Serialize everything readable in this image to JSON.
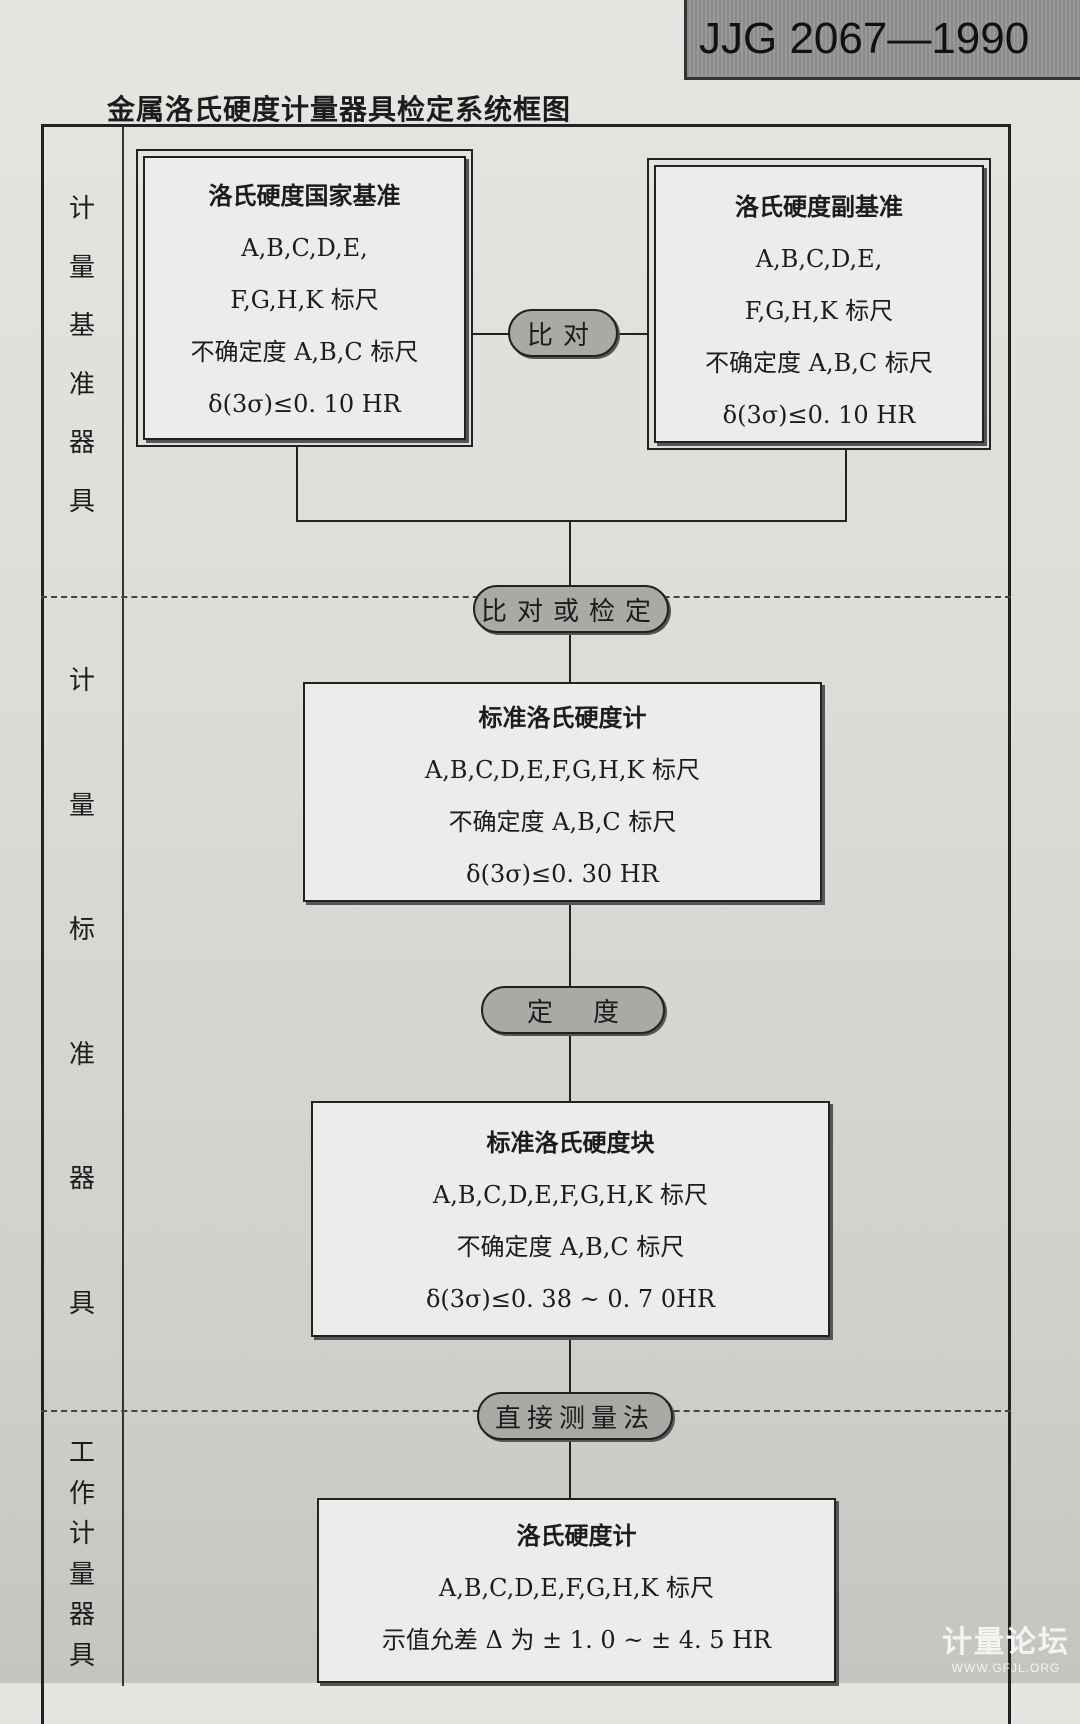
{
  "header": {
    "standard_no": "JJG 2067—1990",
    "title": "金属洛氏硬度计量器具检定系统框图"
  },
  "sections": [
    {
      "label": [
        "计",
        "量",
        "基",
        "准",
        "器",
        "具"
      ]
    },
    {
      "label": [
        "计",
        "量",
        "标",
        "准",
        "器",
        "具"
      ]
    },
    {
      "label": [
        "工",
        "作",
        "计",
        "量",
        "器",
        "具"
      ]
    }
  ],
  "boxes": {
    "national": {
      "title": "洛氏硬度国家基准",
      "lines": [
        "A,B,C,D,E,",
        "F,G,H,K 标尺",
        "不确定度 A,B,C 标尺",
        "δ(3σ)≤0. 10 HR"
      ]
    },
    "secondary": {
      "title": "洛氏硬度副基准",
      "lines": [
        "A,B,C,D,E,",
        "F,G,H,K 标尺",
        "不确定度 A,B,C 标尺",
        "δ(3σ)≤0. 10 HR"
      ]
    },
    "std_tester": {
      "title": "标准洛氏硬度计",
      "lines": [
        "A,B,C,D,E,F,G,H,K 标尺",
        "不确定度 A,B,C 标尺",
        "δ(3σ)≤0. 30 HR"
      ]
    },
    "std_block": {
      "title": "标准洛氏硬度块",
      "lines": [
        "A,B,C,D,E,F,G,H,K 标尺",
        "不确定度 A,B,C 标尺",
        "δ(3σ)≤0. 38 ~ 0. 7 0HR"
      ]
    },
    "tester": {
      "title": "洛氏硬度计",
      "lines": [
        "A,B,C,D,E,F,G,H,K 标尺",
        "示值允差 Δ 为 ± 1. 0 ~ ± 4. 5 HR"
      ]
    }
  },
  "methods": {
    "compare": "比对",
    "compare_or_verify": "比对或检定",
    "calibrate": "定度",
    "direct": "直接测量法"
  },
  "watermark": {
    "name": "计量论坛",
    "url": "WWW.GFJL.ORG"
  }
}
